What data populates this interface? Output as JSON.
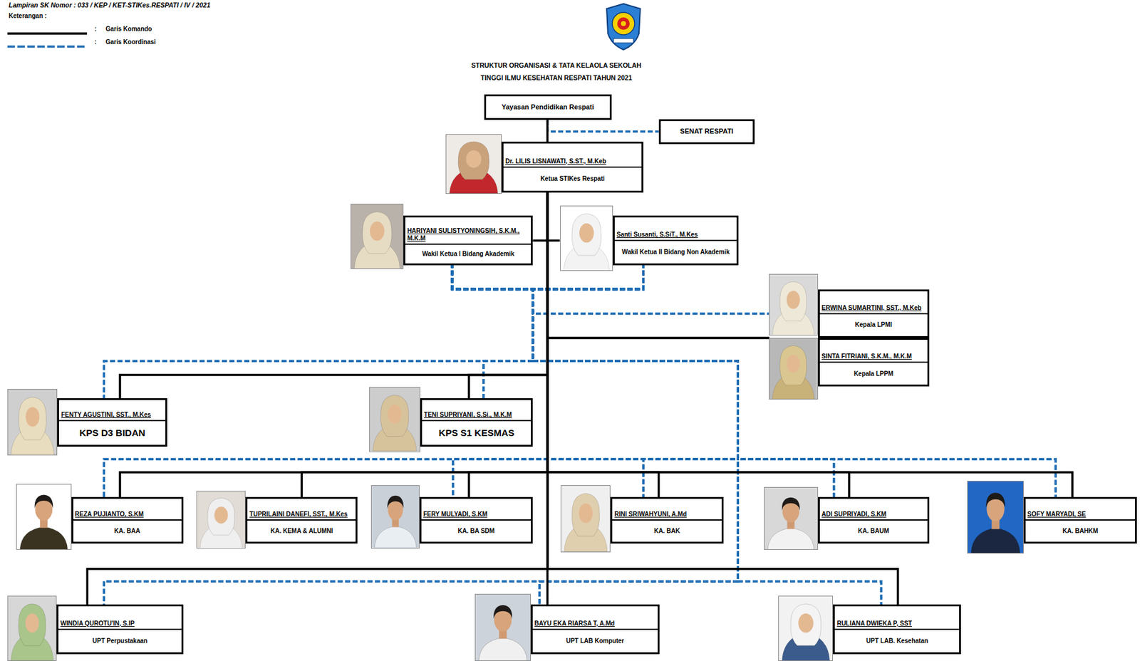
{
  "diagram": {
    "title": "STRUKTUR ORGANISASI & TATA KELAOLA SEKOLAH TINGGI ILMU KESEHATAN RESPATI TAHUN 2021",
    "nodes": [
      {
        "text": [
          "Yayasan Pendidikan Respati"
        ]
      },
      {
        "text": [
          "SENAT RESPATI"
        ]
      },
      {
        "text": [
          "Dr. LILIS LISNAWATI, S.ST., M.Keb",
          "Ketua STIKes Respati"
        ]
      },
      {
        "text": [
          "HARIYANI SULISTYONINGSIH, S.K.M., M.K.M",
          "Wakil Ketua I Bidang Akademik"
        ]
      },
      {
        "text": [
          "Santi Susanti, S.SiT., M.Kes",
          "Wakil Ketua II Bidang Non Akademik"
        ]
      },
      {
        "text": [
          "ERWINA SUMARTINI, SST., M.Keb",
          "Kepala LPMI"
        ]
      },
      {
        "text": [
          "SINTA FITRIANI, S.K.M., M.K.M",
          "Kepala LPPM"
        ]
      },
      {
        "text": [
          "FENTY AGUSTINI, SST., M.Kes",
          "KPS D3 BIDAN"
        ]
      },
      {
        "text": [
          "TENI SUPRIYANI, S.Si., M.K.M",
          "KPS S1 KESMAS"
        ]
      },
      {
        "text": [
          "REZA PUJIANTO, S.KM",
          "KA. BAA"
        ]
      },
      {
        "text": [
          "TUPRILAINI DANEFI, SST., M.Kes",
          "KA. KEMA & ALUMNI"
        ]
      },
      {
        "text": [
          "FERY MULYADI, S.KM",
          "KA. BA SDM"
        ]
      },
      {
        "text": [
          "RINI SRIWAHYUNI, A.Md",
          "KA. BAK"
        ]
      },
      {
        "text": [
          "ADI SUPRIYADI, S.KM",
          "KA. BAUM"
        ]
      },
      {
        "text": [
          "SOFY MARYADI, SE",
          "KA. BAHKM"
        ]
      },
      {
        "text": [
          "WINDIA QUROTU'IN, S.IP",
          "UPT Perpustakaan"
        ]
      },
      {
        "text": [
          "BAYU EKA RIARSA T, A.Md",
          "UPT LAB Komputer"
        ]
      },
      {
        "text": [
          "RULIANA DWIEKA P, SST",
          "UPT LAB. Kesehatan"
        ]
      }
    ],
    "edges": [
      {
        "from": 0,
        "to": 1,
        "arrow": "none"
      },
      {
        "from": 0,
        "to": 2,
        "arrow": "none"
      },
      {
        "from": 2,
        "to": 3,
        "arrow": "none"
      },
      {
        "from": 2,
        "to": 4,
        "arrow": "none"
      },
      {
        "from": 2,
        "to": 5,
        "arrow": "none"
      },
      {
        "from": 2,
        "to": 6,
        "arrow": "none"
      },
      {
        "from": 2,
        "to": 7,
        "arrow": "none"
      },
      {
        "from": 2,
        "to": 8,
        "arrow": "none"
      },
      {
        "from": 2,
        "to": 9,
        "arrow": "none"
      },
      {
        "from": 2,
        "to": 10,
        "arrow": "none"
      },
      {
        "from": 2,
        "to": 11,
        "arrow": "none"
      },
      {
        "from": 2,
        "to": 12,
        "arrow": "none"
      },
      {
        "from": 2,
        "to": 13,
        "arrow": "none"
      },
      {
        "from": 2,
        "to": 14,
        "arrow": "none"
      },
      {
        "from": 2,
        "to": 15,
        "arrow": "none"
      },
      {
        "from": 2,
        "to": 16,
        "arrow": "none"
      },
      {
        "from": 2,
        "to": 17,
        "arrow": "none"
      },
      {
        "from": 3,
        "to": 4,
        "arrow": "none"
      },
      {
        "from": 3,
        "to": 5,
        "arrow": "none"
      },
      {
        "from": 3,
        "to": 7,
        "arrow": "none"
      },
      {
        "from": 3,
        "to": 8,
        "arrow": "none"
      },
      {
        "from": 3,
        "to": 9,
        "arrow": "none"
      },
      {
        "from": 3,
        "to": 11,
        "arrow": "none"
      },
      {
        "from": 3,
        "to": 12,
        "arrow": "none"
      },
      {
        "from": 3,
        "to": 13,
        "arrow": "none"
      },
      {
        "from": 3,
        "to": 14,
        "arrow": "none"
      },
      {
        "from": 3,
        "to": 15,
        "arrow": "none"
      },
      {
        "from": 3,
        "to": 16,
        "arrow": "none"
      },
      {
        "from": 3,
        "to": 17,
        "arrow": "none"
      },
      {
        "from": 4,
        "to": 5,
        "arrow": "none"
      },
      {
        "from": 4,
        "to": 7,
        "arrow": "none"
      },
      {
        "from": 4,
        "to": 8,
        "arrow": "none"
      },
      {
        "from": 4,
        "to": 9,
        "arrow": "none"
      },
      {
        "from": 4,
        "to": 11,
        "arrow": "none"
      },
      {
        "from": 4,
        "to": 12,
        "arrow": "none"
      },
      {
        "from": 4,
        "to": 13,
        "arrow": "none"
      },
      {
        "from": 4,
        "to": 14,
        "arrow": "none"
      },
      {
        "from": 4,
        "to": 15,
        "arrow": "none"
      },
      {
        "from": 4,
        "to": 16,
        "arrow": "none"
      },
      {
        "from": 4,
        "to": 17,
        "arrow": "none"
      }
    ],
    "labels": [
      "Lampiran SK Nomor : 033 / KEP / KET-STIKes.RESPATI / IV / 2021",
      "Keterangan :",
      ":",
      ":"
    ],
    "legend": [
      {
        "text": "Garis Komando"
      },
      {
        "text": "Garis Koordinasi"
      }
    ]
  }
}
